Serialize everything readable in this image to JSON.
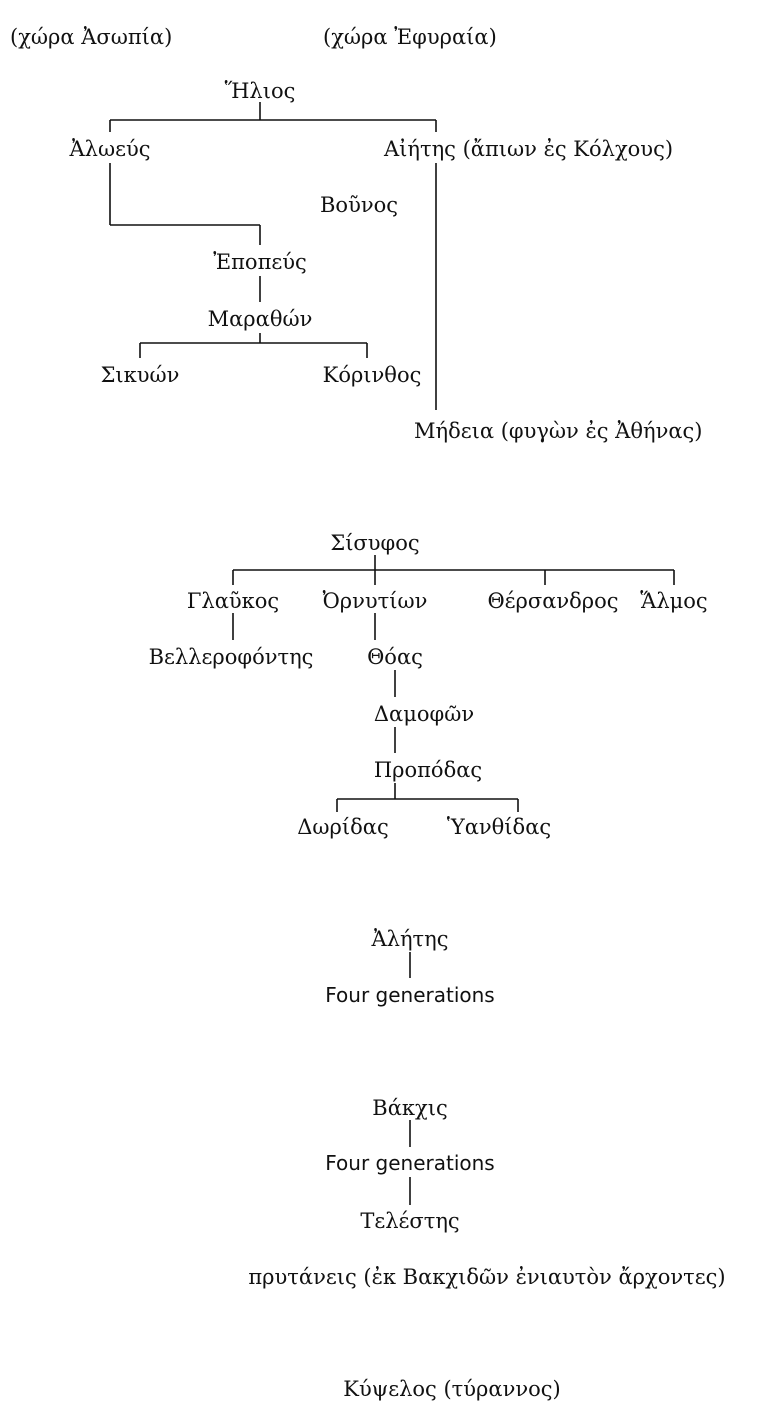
{
  "tree1": {
    "region_left": "(χώρα Ἀσωπία)",
    "region_right": "(χώρα Ἐφυραία)",
    "helios": "Ἥλιος",
    "aloeus": "Ἀλωεύς",
    "aietes": "Αἰήτης (ἄπιων ἐς Κόλχους)",
    "bounos": "Βοῦνος",
    "epopeus": "Ἐποπεύς",
    "marathon": "Μαραθών",
    "sikyon": "Σικυών",
    "korinthos": "Κόρινθος",
    "medeia": "Μήδεια (φυγὼν ἐς Ἀθήνας)"
  },
  "tree2": {
    "sisyphos": "Σίσυφος",
    "glaukos": "Γλαῦκος",
    "ornytion": "Ὀρνυτίων",
    "thersandros": "Θέρσανδρος",
    "almos": "Ἅλμος",
    "bellerophontes": "Βελλεροφόντης",
    "thoas": "Θόας",
    "damophon": "Δαμοφῶν",
    "propodas": "Προπόδας",
    "doridas": "Δωρίδας",
    "hyanthidas": "Ὑανθίδας"
  },
  "tree3": {
    "aletes": "Ἀλήτης",
    "generations": "Four generations"
  },
  "tree4": {
    "bakchis": "Βάκχις",
    "generations": "Four generations",
    "telestes": "Τελέστης",
    "prytaneis": "πρυτάνεις (ἐκ Βακχιδῶν ἐνιαυτὸν ἄρχοντες)",
    "kypselos": "Κύψελος (τύραννος)"
  }
}
